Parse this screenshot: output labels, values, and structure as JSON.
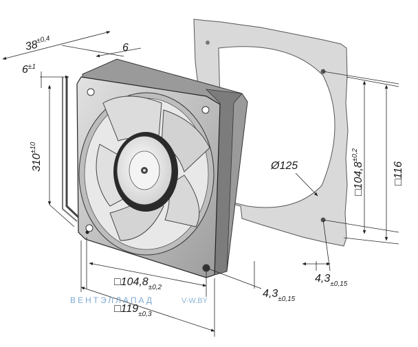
{
  "dimensions": {
    "cable_offset": {
      "value": "38",
      "tol": "±0,4"
    },
    "flange_depth": {
      "value": "6"
    },
    "cable_end": {
      "value": "6",
      "tol": "±1"
    },
    "cable_length": {
      "value": "310",
      "tol": "±10"
    },
    "hole_pitch_bottom": {
      "value": "□104,8",
      "tol": "±0,2"
    },
    "frame_size_bottom": {
      "value": "□119",
      "tol": "±0,3"
    },
    "hole_dia_front": {
      "value": "4,3",
      "tol": "±0,15"
    },
    "hole_dia_side": {
      "value": "4,3",
      "tol": "±0,15"
    },
    "hole_pitch_side": {
      "value": "□104,8",
      "tol": "±0,2"
    },
    "frame_size_side": {
      "value": "□116"
    },
    "cutout_dia": {
      "value": "Ø125"
    }
  },
  "watermark": {
    "brand": "ВЕНТЭЛЛАПАД",
    "site": "V-W.BY",
    "brand_color": "#7fa9d2",
    "site_color": "#8fb3d8"
  },
  "colors": {
    "frame_fill": "#c9c9c9",
    "frame_shadow": "#8d8d8d",
    "blade_fill": "#dedede",
    "hub_fill": "#f2f2f2",
    "gasket_fill": "#d7d7d7",
    "line": "#222222"
  }
}
